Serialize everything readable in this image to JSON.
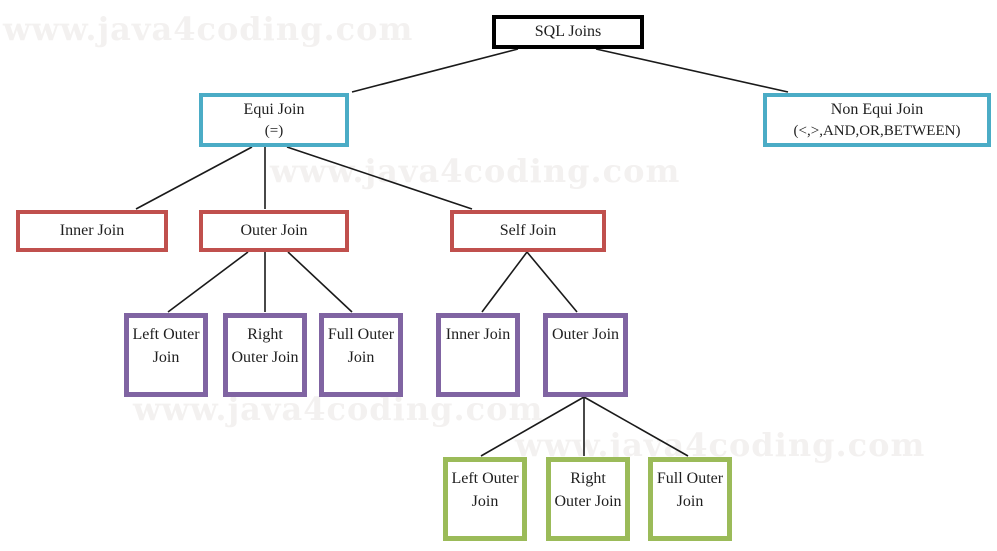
{
  "watermark": {
    "text": "www.java4coding.com",
    "color": "#f3f1f0"
  },
  "colors": {
    "root_border": "#000000",
    "equi_level_border": "#4bacc6",
    "join_type_border": "#c0504d",
    "outer_variant_border": "#8064a2",
    "self_outer_variant_border": "#9bbb59",
    "connector_line": "#1a1a1a",
    "text": "#1f1f1f"
  },
  "nodes": {
    "sql_joins": {
      "label": "SQL Joins"
    },
    "equi_join": {
      "label": "Equi Join",
      "sublabel": "(=)"
    },
    "non_equi_join": {
      "label": "Non Equi Join",
      "sublabel": "(<,>,AND,OR,BETWEEN)"
    },
    "inner_join": {
      "label": "Inner Join"
    },
    "outer_join": {
      "label": "Outer Join"
    },
    "self_join": {
      "label": "Self Join"
    },
    "left_outer_join": {
      "label": "Left Outer Join"
    },
    "right_outer_join": {
      "label": "Right Outer Join"
    },
    "full_outer_join": {
      "label": "Full Outer Join"
    },
    "self_inner_join": {
      "label": "Inner Join"
    },
    "self_outer_join": {
      "label": "Outer Join"
    },
    "self_left_outer_join": {
      "label": "Left Outer Join"
    },
    "self_right_outer_join": {
      "label": "Right Outer Join"
    },
    "self_full_outer_join": {
      "label": "Full Outer Join"
    }
  }
}
